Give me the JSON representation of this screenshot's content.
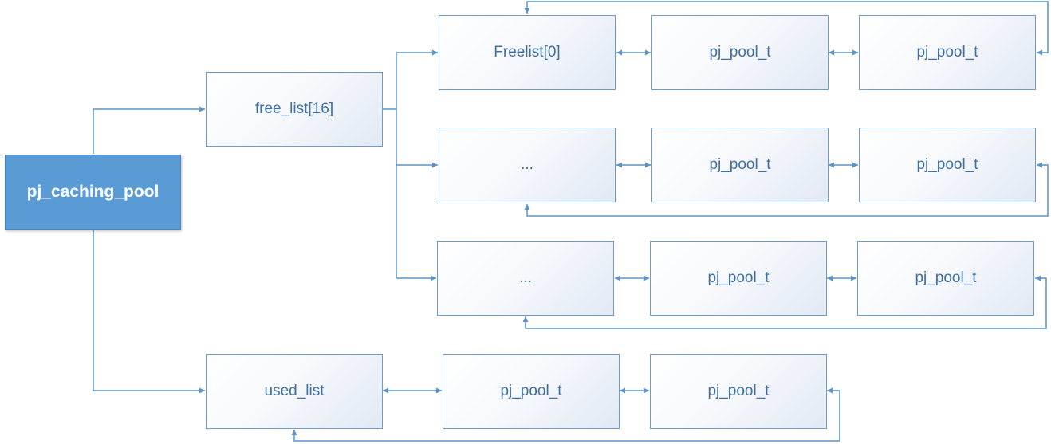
{
  "root": {
    "label": "pj_caching_pool"
  },
  "free_list": {
    "label": "free_list[16]"
  },
  "used_list": {
    "label": "used_list"
  },
  "rows": [
    {
      "head": "Freelist[0]",
      "items": [
        "pj_pool_t",
        "pj_pool_t"
      ]
    },
    {
      "head": "...",
      "items": [
        "pj_pool_t",
        "pj_pool_t"
      ]
    },
    {
      "head": "...",
      "items": [
        "pj_pool_t",
        "pj_pool_t"
      ]
    }
  ],
  "used_items": [
    "pj_pool_t",
    "pj_pool_t"
  ],
  "colors": {
    "line": "#5b93c8",
    "node_border": "#6f9bc8",
    "node_text": "#3f6fa3",
    "root_fill": "#5b9bd5",
    "root_text": "#ffffff"
  }
}
